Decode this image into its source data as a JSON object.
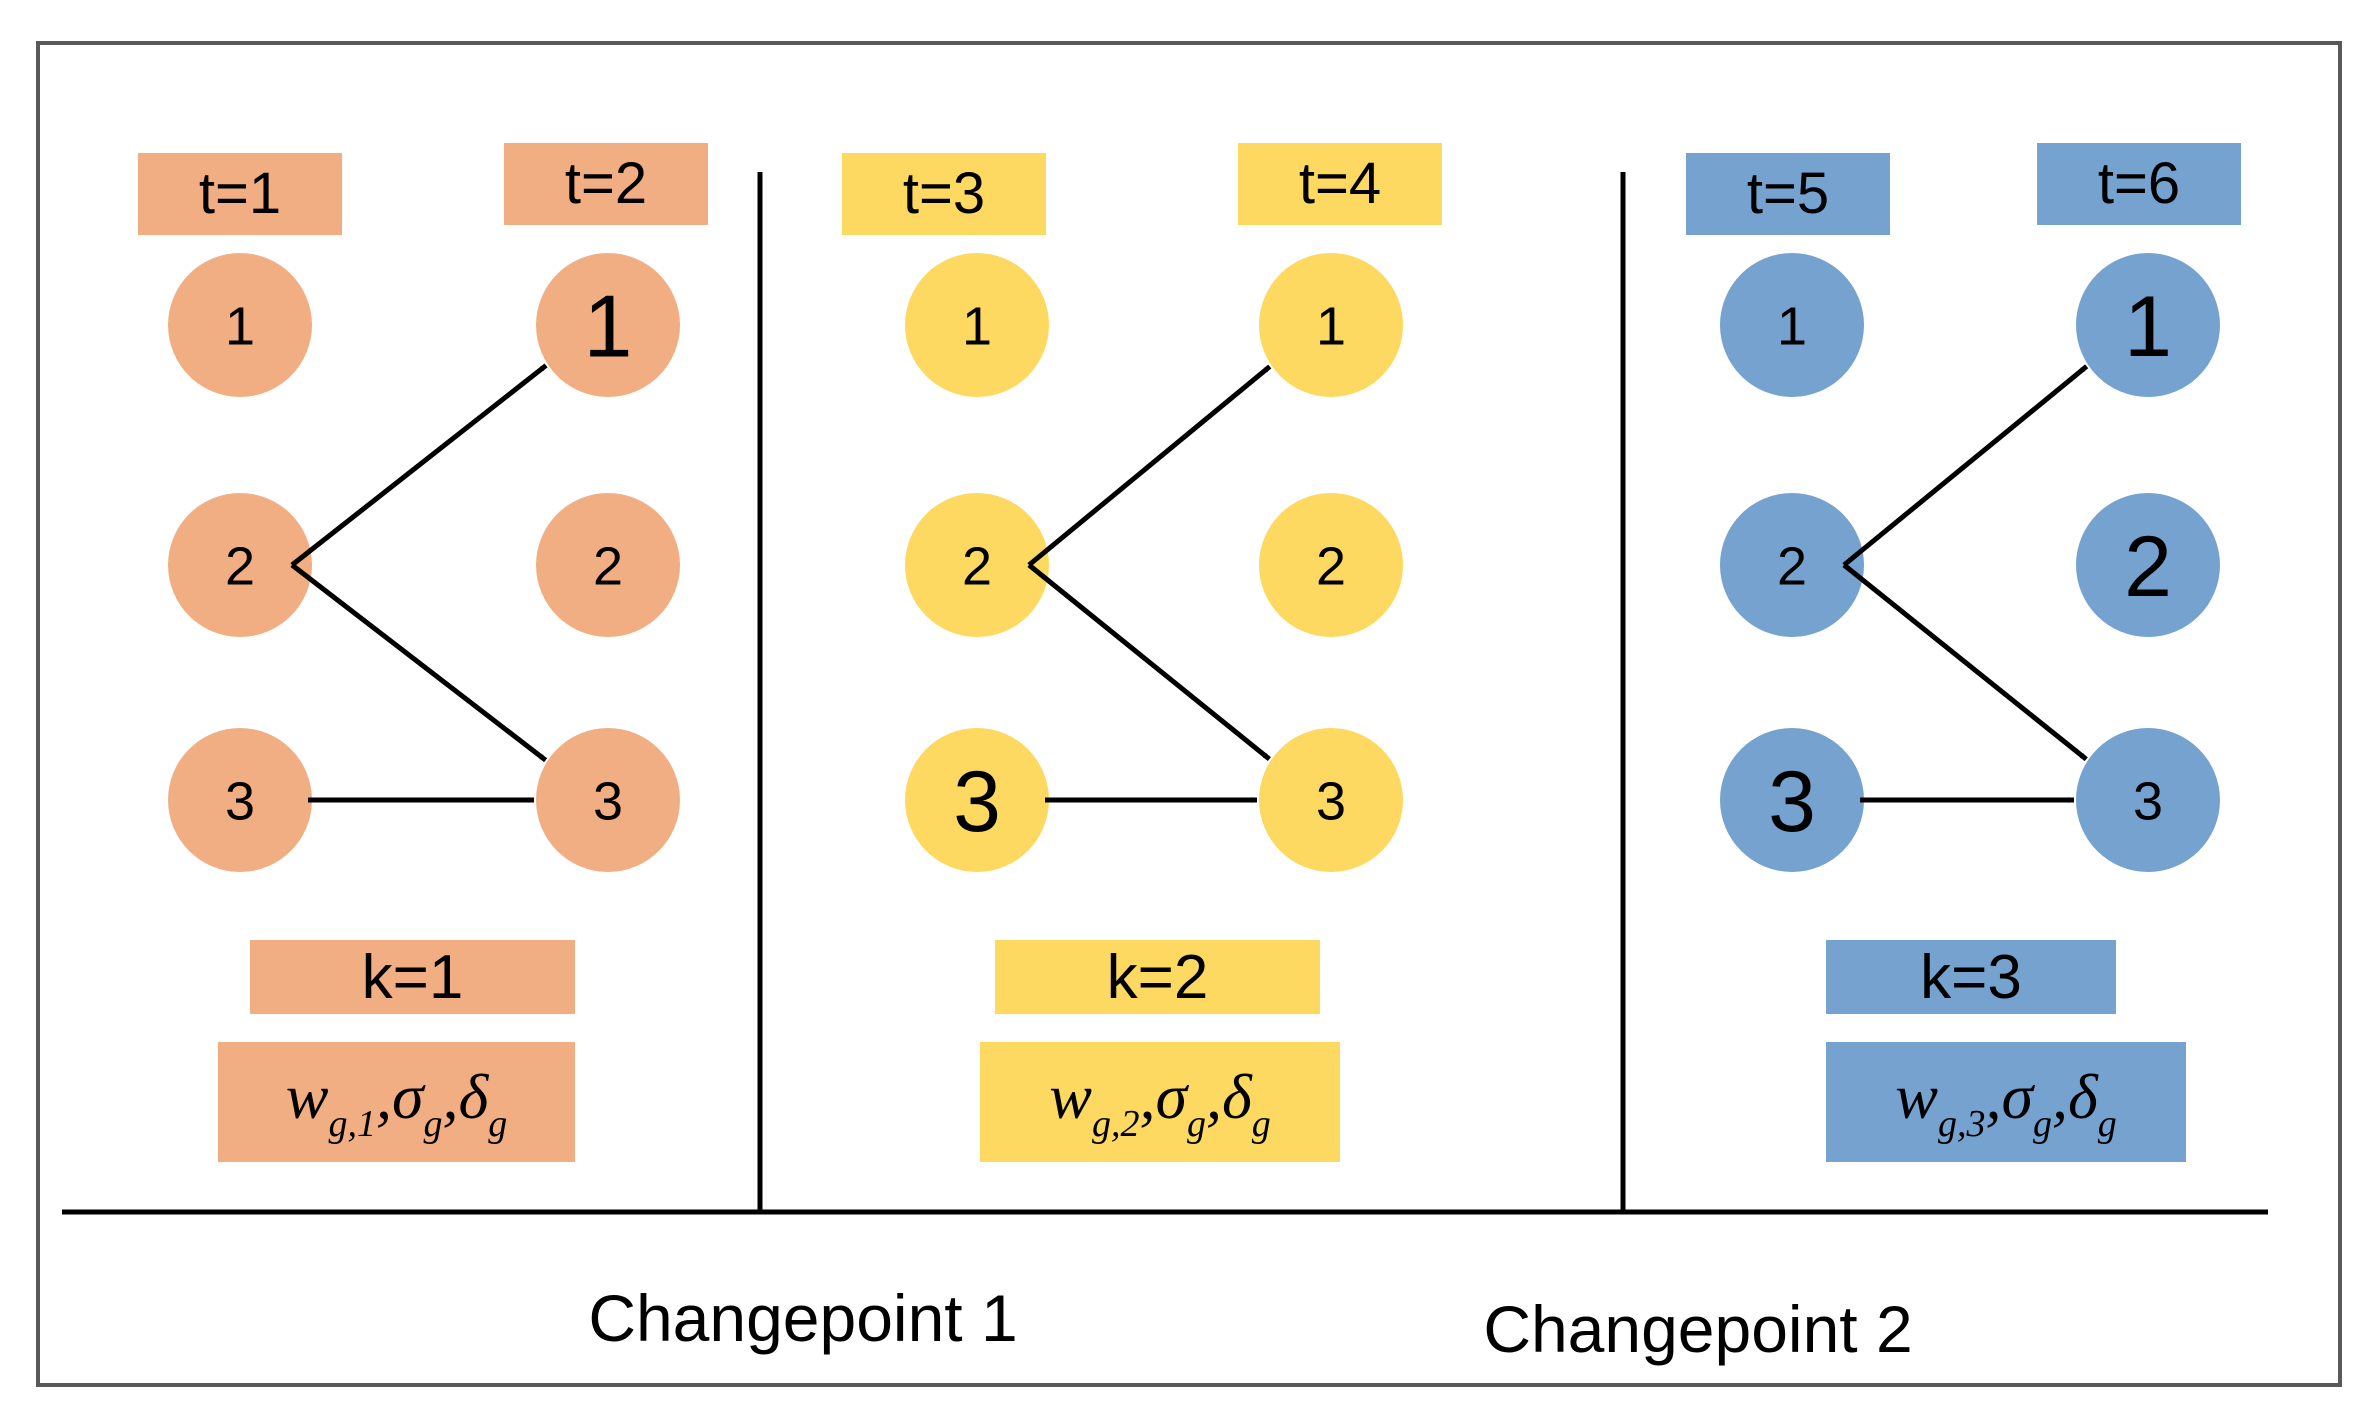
{
  "colors": {
    "segment_1": "#F2AE83",
    "segment_2": "#FDD961",
    "segment_3": "#75A2CF",
    "frame": "#595959",
    "line": "#000000",
    "text": "#000000"
  },
  "segments": [
    {
      "k_label": "k=1",
      "param_index": "1",
      "color_key": "segment_1",
      "steps": [
        {
          "label": "t=1",
          "nodes": [
            "1",
            "2",
            "3"
          ]
        },
        {
          "label": "t=2",
          "nodes": [
            "1",
            "2",
            "3"
          ]
        }
      ]
    },
    {
      "k_label": "k=2",
      "param_index": "2",
      "color_key": "segment_2",
      "steps": [
        {
          "label": "t=3",
          "nodes": [
            "1",
            "2",
            "3"
          ]
        },
        {
          "label": "t=4",
          "nodes": [
            "1",
            "2",
            "3"
          ]
        }
      ]
    },
    {
      "k_label": "k=3",
      "param_index": "3",
      "color_key": "segment_3",
      "steps": [
        {
          "label": "t=5",
          "nodes": [
            "1",
            "2",
            "3"
          ]
        },
        {
          "label": "t=6",
          "nodes": [
            "1",
            "2",
            "3"
          ]
        }
      ]
    }
  ],
  "edges": [
    {
      "from": "2",
      "to": "1"
    },
    {
      "from": "2",
      "to": "3"
    },
    {
      "from": "3",
      "to": "3"
    }
  ],
  "parameters": {
    "w_symbol": "w",
    "g_symbol": "g",
    "sigma_symbol": "σ",
    "delta_symbol": "δ",
    "separator": ","
  },
  "changepoints": [
    {
      "label": "Changepoint 1"
    },
    {
      "label": "Changepoint 2"
    }
  ]
}
